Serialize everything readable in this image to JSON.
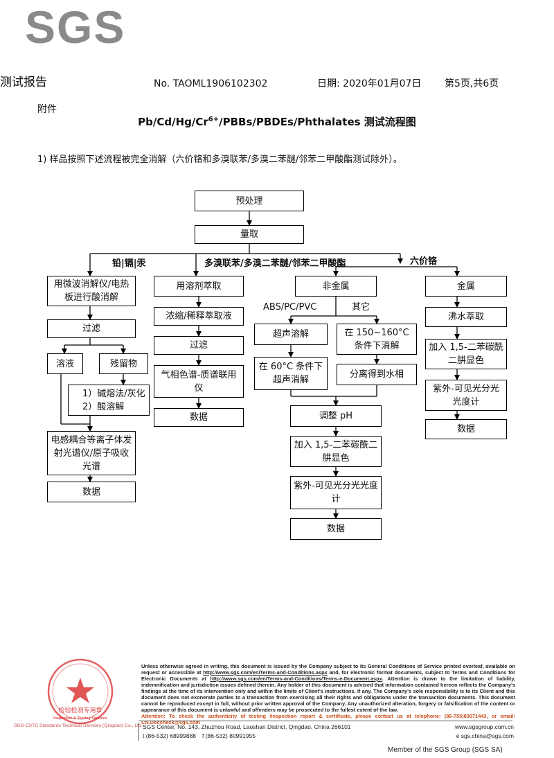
{
  "logo": "SGS",
  "header": {
    "title": "测试报告",
    "report_no": "No. TAOML1906102302",
    "date": "日期: 2020年01月07日",
    "page": "第5页,共6页"
  },
  "attachment": "附件",
  "flow_title_a": "Pb/Cd/Hg/Cr",
  "flow_title_sup": "6+",
  "flow_title_b": "/PBBs/PBDEs/Phthalates  测试流程图",
  "intro": "1)  样品按照下述流程被完全消解（六价铬和多溴联苯/多溴二苯醚/邻苯二甲酸酯测试除外）。",
  "flow": {
    "pretreat": "预处理",
    "measure": "量取",
    "branch_metals": "铅|镉|汞",
    "branch_organics": "多溴联苯/多溴二苯醚/邻苯二甲酸酯",
    "branch_cr": "六价铬",
    "c1_digest": "用微波消解仪/电热板进行酸消解",
    "c1_filter": "过滤",
    "c1_solution": "溶液",
    "c1_residue": "残留物",
    "c1_alkali": "1）碱熔法/灰化",
    "c1_acid": "2）酸溶解",
    "c1_icp": "电感耦合等离子体发射光谱仪/原子吸收光谱",
    "c1_data": "数据",
    "c2_extract": "用溶剂萃取",
    "c2_concentrate": "浓缩/稀释萃取液",
    "c2_filter": "过滤",
    "c2_gcms": "气相色谱-质谱联用仪",
    "c2_data": "数据",
    "c3_nonmetal": "非金属",
    "c3_abs": "ABS/PC/PVC",
    "c3_other": "其它",
    "c3_ultrasonic": "超声溶解",
    "c3_ultrasonic60": "在 60°C 条件下超声消解",
    "c3_digest150": "在 150~160°C 条件下消解",
    "c3_separate": "分离得到水相",
    "c3_ph": "调整 pH",
    "c3_dpc": "加入 1,5-二苯碳酰二肼显色",
    "c3_uvvis": "紫外-可见光分光光度计",
    "c3_data": "数据",
    "c4_metal": "金属",
    "c4_boil": "沸水萃取",
    "c4_dpc": "加入 1,5-二苯碳酰二肼显色",
    "c4_uvvis": "紫外-可见光分光光度计",
    "c4_data": "数据"
  },
  "disclaimer": {
    "p1": "Unless otherwise agreed in writing, this document is issued by the Company subject to its General Conditions of Service printed overleaf, available on request or accessible at ",
    "link1": "http://www.sgs.com/en/Terms-and-Conditions.aspx",
    "p2": " and, for electronic format documents, subject to Terms and Conditions for Electronic Documents at ",
    "link2": "http://www.sgs.com/en/Terms-and-Conditions/Terms-e-Document.aspx",
    "p3": ". Attention is drawn to the limitation of liability, indemnification and jurisdiction issues defined therein. Any holder of this document is advised that information contained hereon reflects the Company's findings at the time of its intervention only and within the limits of Client's instructions, if any. The Company's sole responsibility is to its Client and this document does not exonerate parties to a transaction from exercising all their rights and obligations under the transaction documents. This document cannot be reproduced except in full, without prior written approval of the Company. Any unauthorized alteration, forgery or falsification of the content or appearance of this document is unlawful and offenders may be prosecuted to the fullest extent of the law.",
    "attention": "Attention: To check the authenticity of testing /inspection report & certificate, please contact us at telephone: (86-755)83071443, or email: CN.Doccheck@sgs.com"
  },
  "seal": {
    "lines": [
      "检验检测专用章",
      "Inspection & Testing Services"
    ],
    "company_text": "SGS-CSTC Standards Technical Services (Qingdao) Co., Ltd."
  },
  "footer": {
    "address": "SGS Center, No. 143, Zhuzhou Road, Laoshan District, Qingdao, China  266101",
    "phone": "t (86-532) 68999888",
    "fax": "f (86-532) 80991955",
    "website": "www.sgsgroup.com.cn",
    "email": "e  sgs.china@sgs.com",
    "member": "Member of the SGS Group (SGS SA)"
  },
  "colors": {
    "logo_gray": "#8a8a8a",
    "seal_red": "#d92a2a",
    "attention_orange": "#c8501e"
  }
}
